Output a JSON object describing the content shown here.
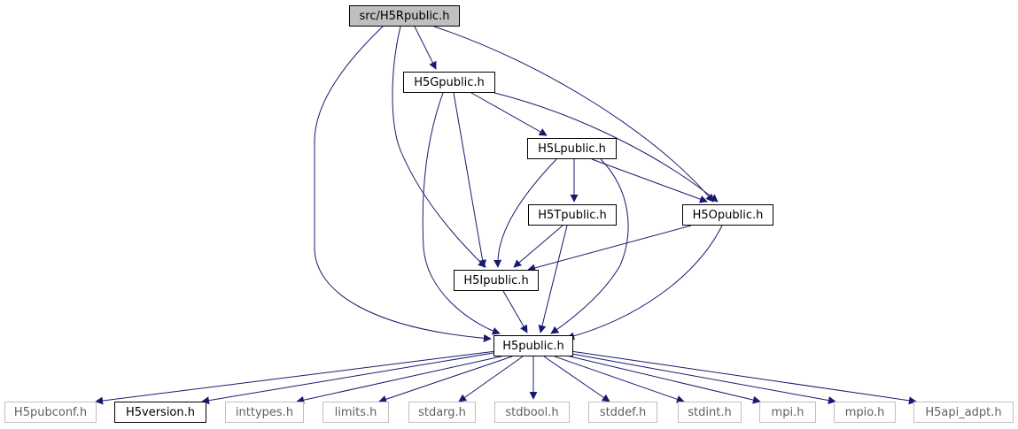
{
  "root": {
    "label": "src/H5Rpublic.h"
  },
  "headers": {
    "H5Gpublic": "H5Gpublic.h",
    "H5Lpublic": "H5Lpublic.h",
    "H5Tpublic": "H5Tpublic.h",
    "H5Opublic": "H5Opublic.h",
    "H5Ipublic": "H5Ipublic.h",
    "H5public": "H5public.h",
    "H5version": "H5version.h"
  },
  "external_headers": {
    "H5pubconf": "H5pubconf.h",
    "inttypes": "inttypes.h",
    "limits": "limits.h",
    "stdarg": "stdarg.h",
    "stdbool": "stdbool.h",
    "stddef": "stddef.h",
    "stdint": "stdint.h",
    "mpi": "mpi.h",
    "mpio": "mpio.h",
    "H5api_adpt": "H5api_adpt.h"
  },
  "edges": [
    [
      "root",
      "H5Gpublic"
    ],
    [
      "root",
      "H5Ipublic"
    ],
    [
      "root",
      "H5Opublic"
    ],
    [
      "root",
      "H5public"
    ],
    [
      "H5Gpublic",
      "H5Lpublic"
    ],
    [
      "H5Gpublic",
      "H5Opublic"
    ],
    [
      "H5Gpublic",
      "H5Ipublic"
    ],
    [
      "H5Gpublic",
      "H5public"
    ],
    [
      "H5Lpublic",
      "H5Tpublic"
    ],
    [
      "H5Lpublic",
      "H5Opublic"
    ],
    [
      "H5Lpublic",
      "H5Ipublic"
    ],
    [
      "H5Lpublic",
      "H5public"
    ],
    [
      "H5Tpublic",
      "H5Ipublic"
    ],
    [
      "H5Tpublic",
      "H5public"
    ],
    [
      "H5Opublic",
      "H5Ipublic"
    ],
    [
      "H5Opublic",
      "H5public"
    ],
    [
      "H5Ipublic",
      "H5public"
    ],
    [
      "H5public",
      "H5pubconf"
    ],
    [
      "H5public",
      "H5version"
    ],
    [
      "H5public",
      "inttypes"
    ],
    [
      "H5public",
      "limits"
    ],
    [
      "H5public",
      "stdarg"
    ],
    [
      "H5public",
      "stdbool"
    ],
    [
      "H5public",
      "stddef"
    ],
    [
      "H5public",
      "stdint"
    ],
    [
      "H5public",
      "mpi"
    ],
    [
      "H5public",
      "mpio"
    ],
    [
      "H5public",
      "H5api_adpt"
    ]
  ],
  "colors": {
    "edge": "#191970",
    "root_fill": "#bfbfbf",
    "node_border": "#000000",
    "external_border": "#bfbfbf",
    "external_text": "#606060"
  }
}
